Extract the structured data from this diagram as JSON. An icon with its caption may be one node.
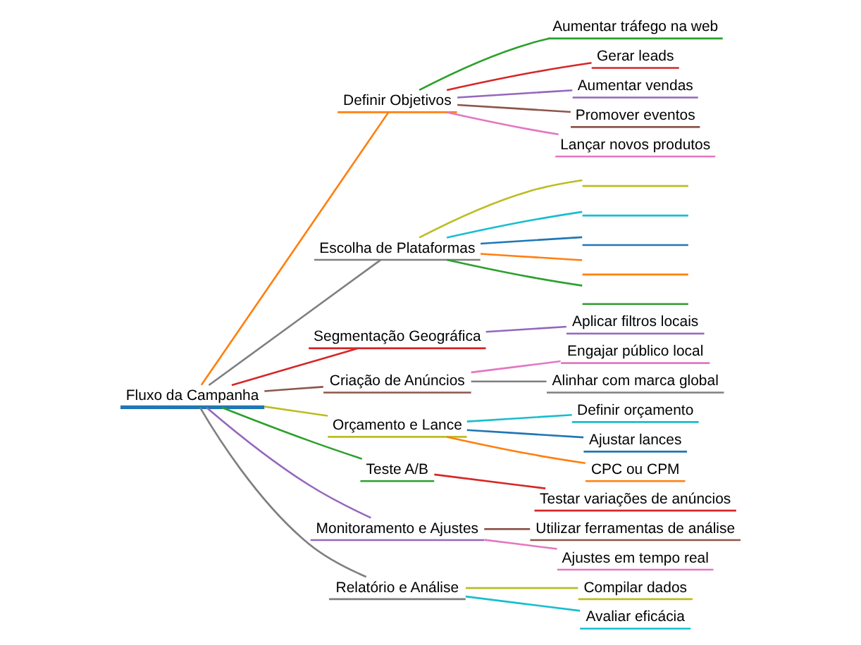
{
  "diagram": {
    "nodes": [
      {
        "text": [
          "Fluxo da Campanha"
        ]
      },
      {
        "text": [
          "Definir Objetivos"
        ]
      },
      {
        "text": [
          "Aumentar tráfego na web"
        ]
      },
      {
        "text": [
          "Gerar leads"
        ]
      },
      {
        "text": [
          "Aumentar vendas"
        ]
      },
      {
        "text": [
          "Promover eventos"
        ]
      },
      {
        "text": [
          "Lançar novos produtos"
        ]
      },
      {
        "text": [
          "Escolha de Plataformas"
        ]
      },
      {
        "text": [],
        "shape": "bar"
      },
      {
        "text": [],
        "shape": "bar"
      },
      {
        "text": [],
        "shape": "bar"
      },
      {
        "text": [],
        "shape": "bar"
      },
      {
        "text": [],
        "shape": "bar"
      },
      {
        "text": [
          "Segmentação Geográfica"
        ]
      },
      {
        "text": [
          "Aplicar filtros locais"
        ]
      },
      {
        "text": [
          "Criação de Anúncios"
        ]
      },
      {
        "text": [
          "Engajar público local"
        ]
      },
      {
        "text": [
          "Alinhar com marca global"
        ]
      },
      {
        "text": [
          "Orçamento e Lance"
        ]
      },
      {
        "text": [
          "Definir orçamento"
        ]
      },
      {
        "text": [
          "Ajustar lances"
        ]
      },
      {
        "text": [
          "CPC ou CPM"
        ]
      },
      {
        "text": [
          "Teste A/B"
        ]
      },
      {
        "text": [
          "Testar variações de anúncios"
        ]
      },
      {
        "text": [
          "Monitoramento e Ajustes"
        ]
      },
      {
        "text": [
          "Utilizar ferramentas de análise"
        ]
      },
      {
        "text": [
          "Ajustes em tempo real"
        ]
      },
      {
        "text": [
          "Relatório e Análise"
        ]
      },
      {
        "text": [
          "Compilar dados"
        ]
      },
      {
        "text": [
          "Avaliar eficácia"
        ]
      }
    ],
    "edges": [
      {
        "from": 0,
        "to": 1,
        "arrow": "none",
        "color": "#ff7f0e"
      },
      {
        "from": 1,
        "to": 2,
        "arrow": "none",
        "color": "#2ca02c"
      },
      {
        "from": 1,
        "to": 3,
        "arrow": "none",
        "color": "#d62728"
      },
      {
        "from": 1,
        "to": 4,
        "arrow": "none",
        "color": "#9467bd"
      },
      {
        "from": 1,
        "to": 5,
        "arrow": "none",
        "color": "#8c564b"
      },
      {
        "from": 1,
        "to": 6,
        "arrow": "none",
        "color": "#e377c2"
      },
      {
        "from": 0,
        "to": 7,
        "arrow": "none",
        "color": "#7f7f7f"
      },
      {
        "from": 7,
        "to": 8,
        "arrow": "none",
        "color": "#bcbd22"
      },
      {
        "from": 7,
        "to": 9,
        "arrow": "none",
        "color": "#17becf"
      },
      {
        "from": 7,
        "to": 10,
        "arrow": "none",
        "color": "#1f77b4"
      },
      {
        "from": 7,
        "to": 11,
        "arrow": "none",
        "color": "#ff7f0e"
      },
      {
        "from": 7,
        "to": 12,
        "arrow": "none",
        "color": "#2ca02c"
      },
      {
        "from": 0,
        "to": 13,
        "arrow": "none",
        "color": "#d62728"
      },
      {
        "from": 13,
        "to": 14,
        "arrow": "none",
        "color": "#9467bd"
      },
      {
        "from": 0,
        "to": 15,
        "arrow": "none",
        "color": "#8c564b"
      },
      {
        "from": 15,
        "to": 16,
        "arrow": "none",
        "color": "#e377c2"
      },
      {
        "from": 15,
        "to": 17,
        "arrow": "none",
        "color": "#7f7f7f"
      },
      {
        "from": 0,
        "to": 18,
        "arrow": "none",
        "color": "#bcbd22"
      },
      {
        "from": 18,
        "to": 19,
        "arrow": "none",
        "color": "#17becf"
      },
      {
        "from": 18,
        "to": 20,
        "arrow": "none",
        "color": "#1f77b4"
      },
      {
        "from": 18,
        "to": 21,
        "arrow": "none",
        "color": "#ff7f0e"
      },
      {
        "from": 0,
        "to": 22,
        "arrow": "none",
        "color": "#2ca02c"
      },
      {
        "from": 22,
        "to": 23,
        "arrow": "none",
        "color": "#d62728"
      },
      {
        "from": 0,
        "to": 24,
        "arrow": "none",
        "color": "#9467bd"
      },
      {
        "from": 24,
        "to": 25,
        "arrow": "none",
        "color": "#8c564b"
      },
      {
        "from": 24,
        "to": 26,
        "arrow": "none",
        "color": "#e377c2"
      },
      {
        "from": 0,
        "to": 27,
        "arrow": "none",
        "color": "#7f7f7f"
      },
      {
        "from": 27,
        "to": 28,
        "arrow": "none",
        "color": "#bcbd22"
      },
      {
        "from": 27,
        "to": 29,
        "arrow": "none",
        "color": "#17becf"
      }
    ]
  }
}
